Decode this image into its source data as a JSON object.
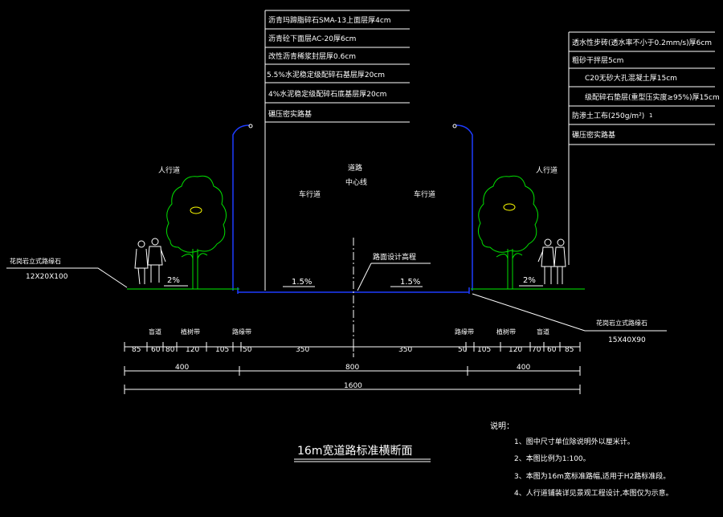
{
  "title": "16m宽道路标准横断面",
  "pavement_layers": [
    "沥青玛蹄脂碎石SMA-13上面层厚4cm",
    "沥青砼下面层AC-20厚6cm",
    "改性沥青稀浆封层厚0.6cm",
    "5.5%水泥稳定级配碎石基层厚20cm",
    "4%水泥稳定级配碎石底基层厚20cm",
    "碾压密实路基"
  ],
  "sidewalk_layers": [
    "透水性步砖(透水率不小于0.2mm/s)厚6cm",
    "粗砂干拌层5cm",
    "C20无砂大孔混凝土厚15cm",
    "级配碎石垫层(重型压实度≥95%)厚15cm",
    "防渗土工布(250g/m²)",
    "碾压密实路基"
  ],
  "labels": {
    "sidewalk_left": "人行道",
    "sidewalk_right": "人行道",
    "road_center": "道路",
    "center_line": "中心线",
    "lane_left": "车行道",
    "lane_right": "车行道",
    "design_elev": "路面设计高程",
    "slope_left_walk": "2%",
    "slope_right_walk": "2%",
    "slope_left_lane": "1.5%",
    "slope_right_lane": "1.5%",
    "left_curb_name": "花岗岩立式路缘石",
    "left_curb_size": "12X20X100",
    "right_curb_name": "花岗岩立式路缘石",
    "right_curb_size": "15X40X90"
  },
  "zone_labels_left": [
    "盲道",
    "植树带",
    "路缘带"
  ],
  "zone_labels_right": [
    "路缘带",
    "植树带",
    "盲道"
  ],
  "dims_row1": [
    "85",
    "60",
    "80",
    "120",
    "105",
    "50",
    "350",
    "350",
    "50",
    "105",
    "120",
    "70",
    "60",
    "85"
  ],
  "dims_row2": [
    "400",
    "800",
    "400"
  ],
  "dims_row3": [
    "1600"
  ],
  "notes": {
    "heading": "说明：",
    "items": [
      "1、图中尺寸单位除说明外以厘米计。",
      "2、本图比例为1:100。",
      "3、本图为16m宽标准路幅,适用于H2路标准段。",
      "4、人行道铺装详见景观工程设计,本图仅为示意。"
    ]
  },
  "colors": {
    "line": "#ffffff",
    "road": "#1e3cff",
    "tree": "#00e000",
    "accent": "#ffff00"
  }
}
